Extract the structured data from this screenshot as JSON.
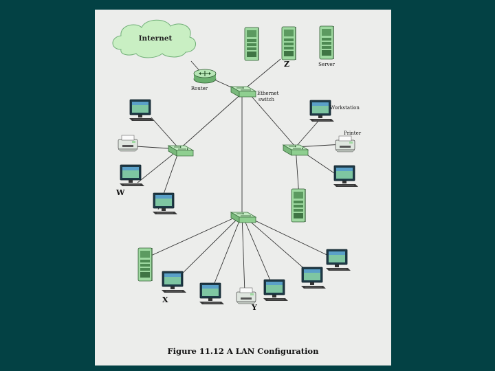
{
  "diagram": {
    "cloud_label": "Internet",
    "router_label": "Router",
    "ethernet_switch_label_line1": "Ethernet",
    "ethernet_switch_label_line2": "switch",
    "server_label": "Server",
    "workstation_label": "Workstation",
    "printer_label": "Printer",
    "node_z": "Z",
    "node_w": "W",
    "node_x": "X",
    "node_y": "Y"
  },
  "caption": "Figure 11.12  A LAN Configuration",
  "colors": {
    "background": "#034144",
    "slide": "#ecedeb",
    "device_green": "#9fd9a1",
    "cloud": "#c9efc3"
  }
}
